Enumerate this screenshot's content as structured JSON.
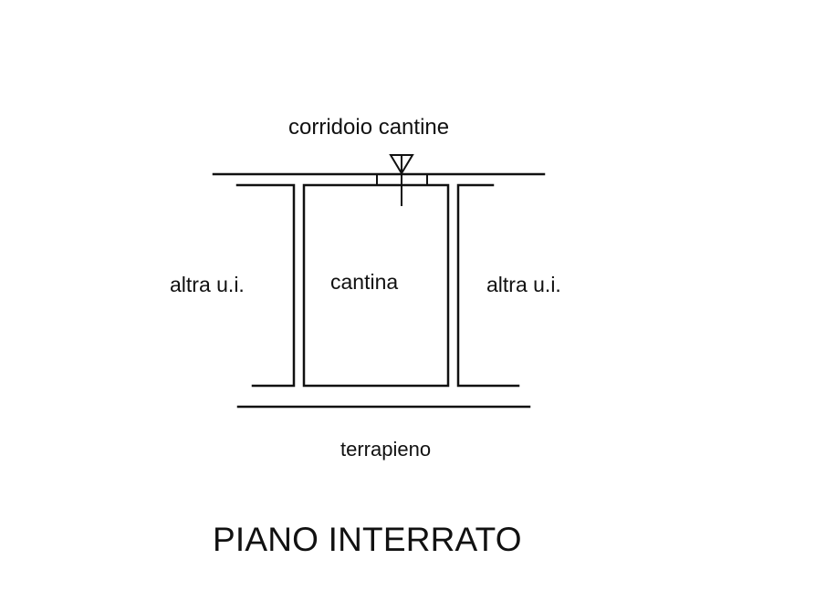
{
  "diagram": {
    "title": "PIANO INTERRATO",
    "labels": {
      "corridor": "corridoio cantine",
      "left_unit": "altra u.i.",
      "room": "cantina",
      "right_unit": "altra u.i.",
      "bottom": "terrapieno"
    },
    "symbols": [
      "door-opening",
      "entrance-arrow"
    ],
    "colors": {
      "line": "#111111",
      "background": "#ffffff"
    }
  }
}
